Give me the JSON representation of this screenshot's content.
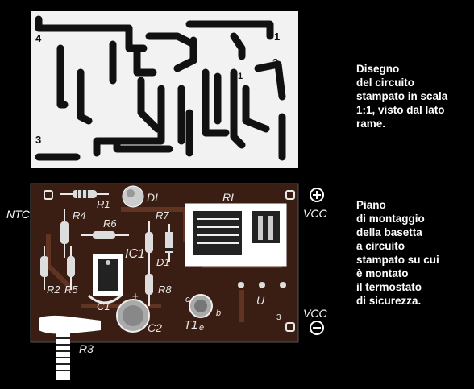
{
  "pcb_pads": {
    "p1": "1",
    "p2": "2",
    "p3": "3",
    "p4": "4",
    "relay_pad_1": "1"
  },
  "caption_top": [
    "Disegno",
    "del circuito",
    "stampato in scala",
    "1:1, visto dal lato",
    "rame."
  ],
  "caption_bottom": [
    "Piano",
    "di montaggio",
    "della basetta",
    "a circuito",
    "stampato su cui",
    "è montato",
    "il termostato",
    "di sicurezza."
  ],
  "labels": {
    "ntc": "NTC",
    "vcc_top": "VCC",
    "vcc_bottom": "VCC",
    "r1": "R1",
    "dl": "DL",
    "rl": "RL",
    "r4": "R4",
    "r6": "R6",
    "r7": "R7",
    "ic1": "IC1",
    "d1": "D1",
    "r2": "R2",
    "r5": "R5",
    "r8": "R8",
    "c1": "C1",
    "c2": "C2",
    "t1": "T1",
    "t1_c": "c",
    "t1_b": "b",
    "t1_e": "e",
    "u": "U",
    "r3": "R3",
    "plus": "+",
    "pin3": "3"
  },
  "colors": {
    "background": "#000000",
    "copper_board": "#f2f2f2",
    "trace": "#111111",
    "assembly_board": "#3a1e14",
    "silkscreen": "#e8e8e8"
  }
}
